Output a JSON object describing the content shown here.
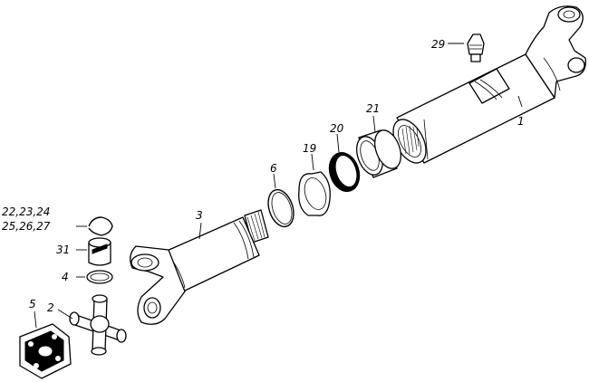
{
  "callouts": {
    "c1": "1",
    "c2": "2",
    "c3": "3",
    "c4": "4",
    "c5": "5",
    "c6": "6",
    "c19": "19",
    "c20": "20",
    "c21": "21",
    "c22": "22,23,24",
    "c25": "25,26,27",
    "c29": "29",
    "c31": "31"
  },
  "colors": {
    "ink": "#000000",
    "paper": "#ffffff"
  }
}
